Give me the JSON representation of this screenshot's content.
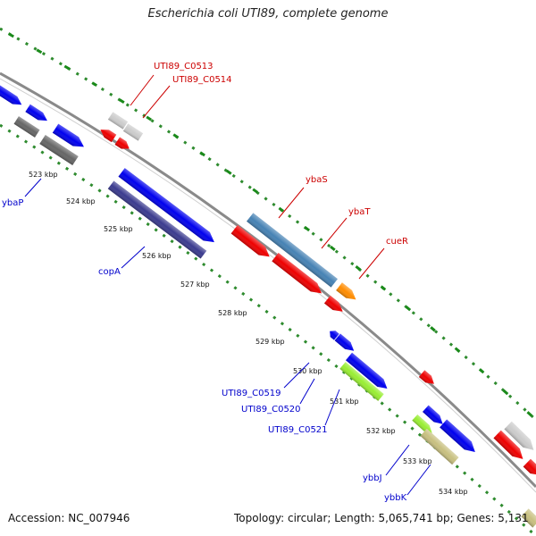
{
  "title": "Escherichia coli UTI89, complete genome",
  "footer": {
    "accession": "Accession: NC_007946",
    "stats": "Topology: circular; Length: 5,065,741 bp; Genes: 5,131"
  },
  "colors": {
    "backbone": "#888888",
    "gc_dots": "#2e8b2e",
    "gc_ticks": "#1a8a1a",
    "red_label": "#cc0000",
    "blue_label": "#0000cc",
    "gene_blue": "#0000ee",
    "gene_red": "#ee0000",
    "gene_darkgray": "#666666",
    "gene_lightgray": "#cccccc",
    "gene_navy": "#3b3b8f",
    "gene_steel": "#4682b4",
    "gene_orange": "#ff8c00",
    "gene_lime": "#99ee33",
    "gene_khaki": "#c8c080"
  },
  "scale_ticks": [
    "523 kbp",
    "524 kbp",
    "525 kbp",
    "526 kbp",
    "527 kbp",
    "528 kbp",
    "529 kbp",
    "530 kbp",
    "531 kbp",
    "532 kbp",
    "533 kbp",
    "534 kbp"
  ],
  "gene_labels": {
    "upper": [
      "UTI89_C0513",
      "UTI89_C0514",
      "ybaS",
      "ybaT",
      "cueR"
    ],
    "lower": [
      "ybaP",
      "copA",
      "UTI89_C0519",
      "UTI89_C0520",
      "UTI89_C0521",
      "ybbJ",
      "ybbK"
    ]
  }
}
